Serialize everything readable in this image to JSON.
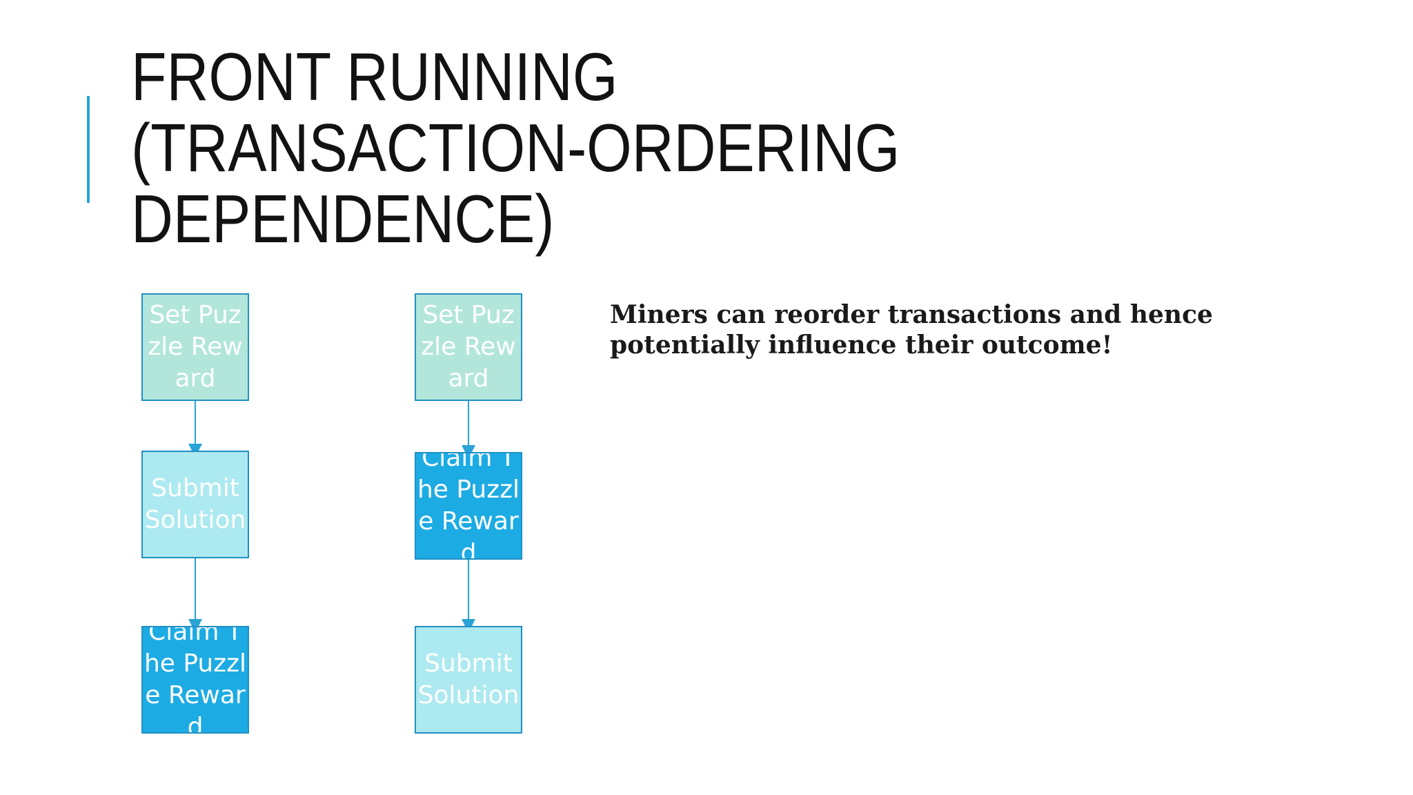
{
  "slide": {
    "title_lines": [
      "FRONT RUNNING",
      "(TRANSACTION-ORDERING",
      "DEPENDENCE)"
    ],
    "statement": "Miners can reorder transactions and hence potentially influence their outcome!",
    "accent_color": "#2aa3d6"
  },
  "diagram": {
    "colors": {
      "set": "#b3e6da",
      "submit": "#ade9f0",
      "claim": "#1dabe4",
      "border": "#1f8fc4",
      "arrow": "#2aa3d6"
    },
    "left_column": [
      "Set Puzzle Reward",
      "Submit Solution",
      "Claim The Puzzle Reward"
    ],
    "right_column": [
      "Set Puzzle Reward",
      "Claim The Puzzle Reward",
      "Submit Solution"
    ]
  }
}
